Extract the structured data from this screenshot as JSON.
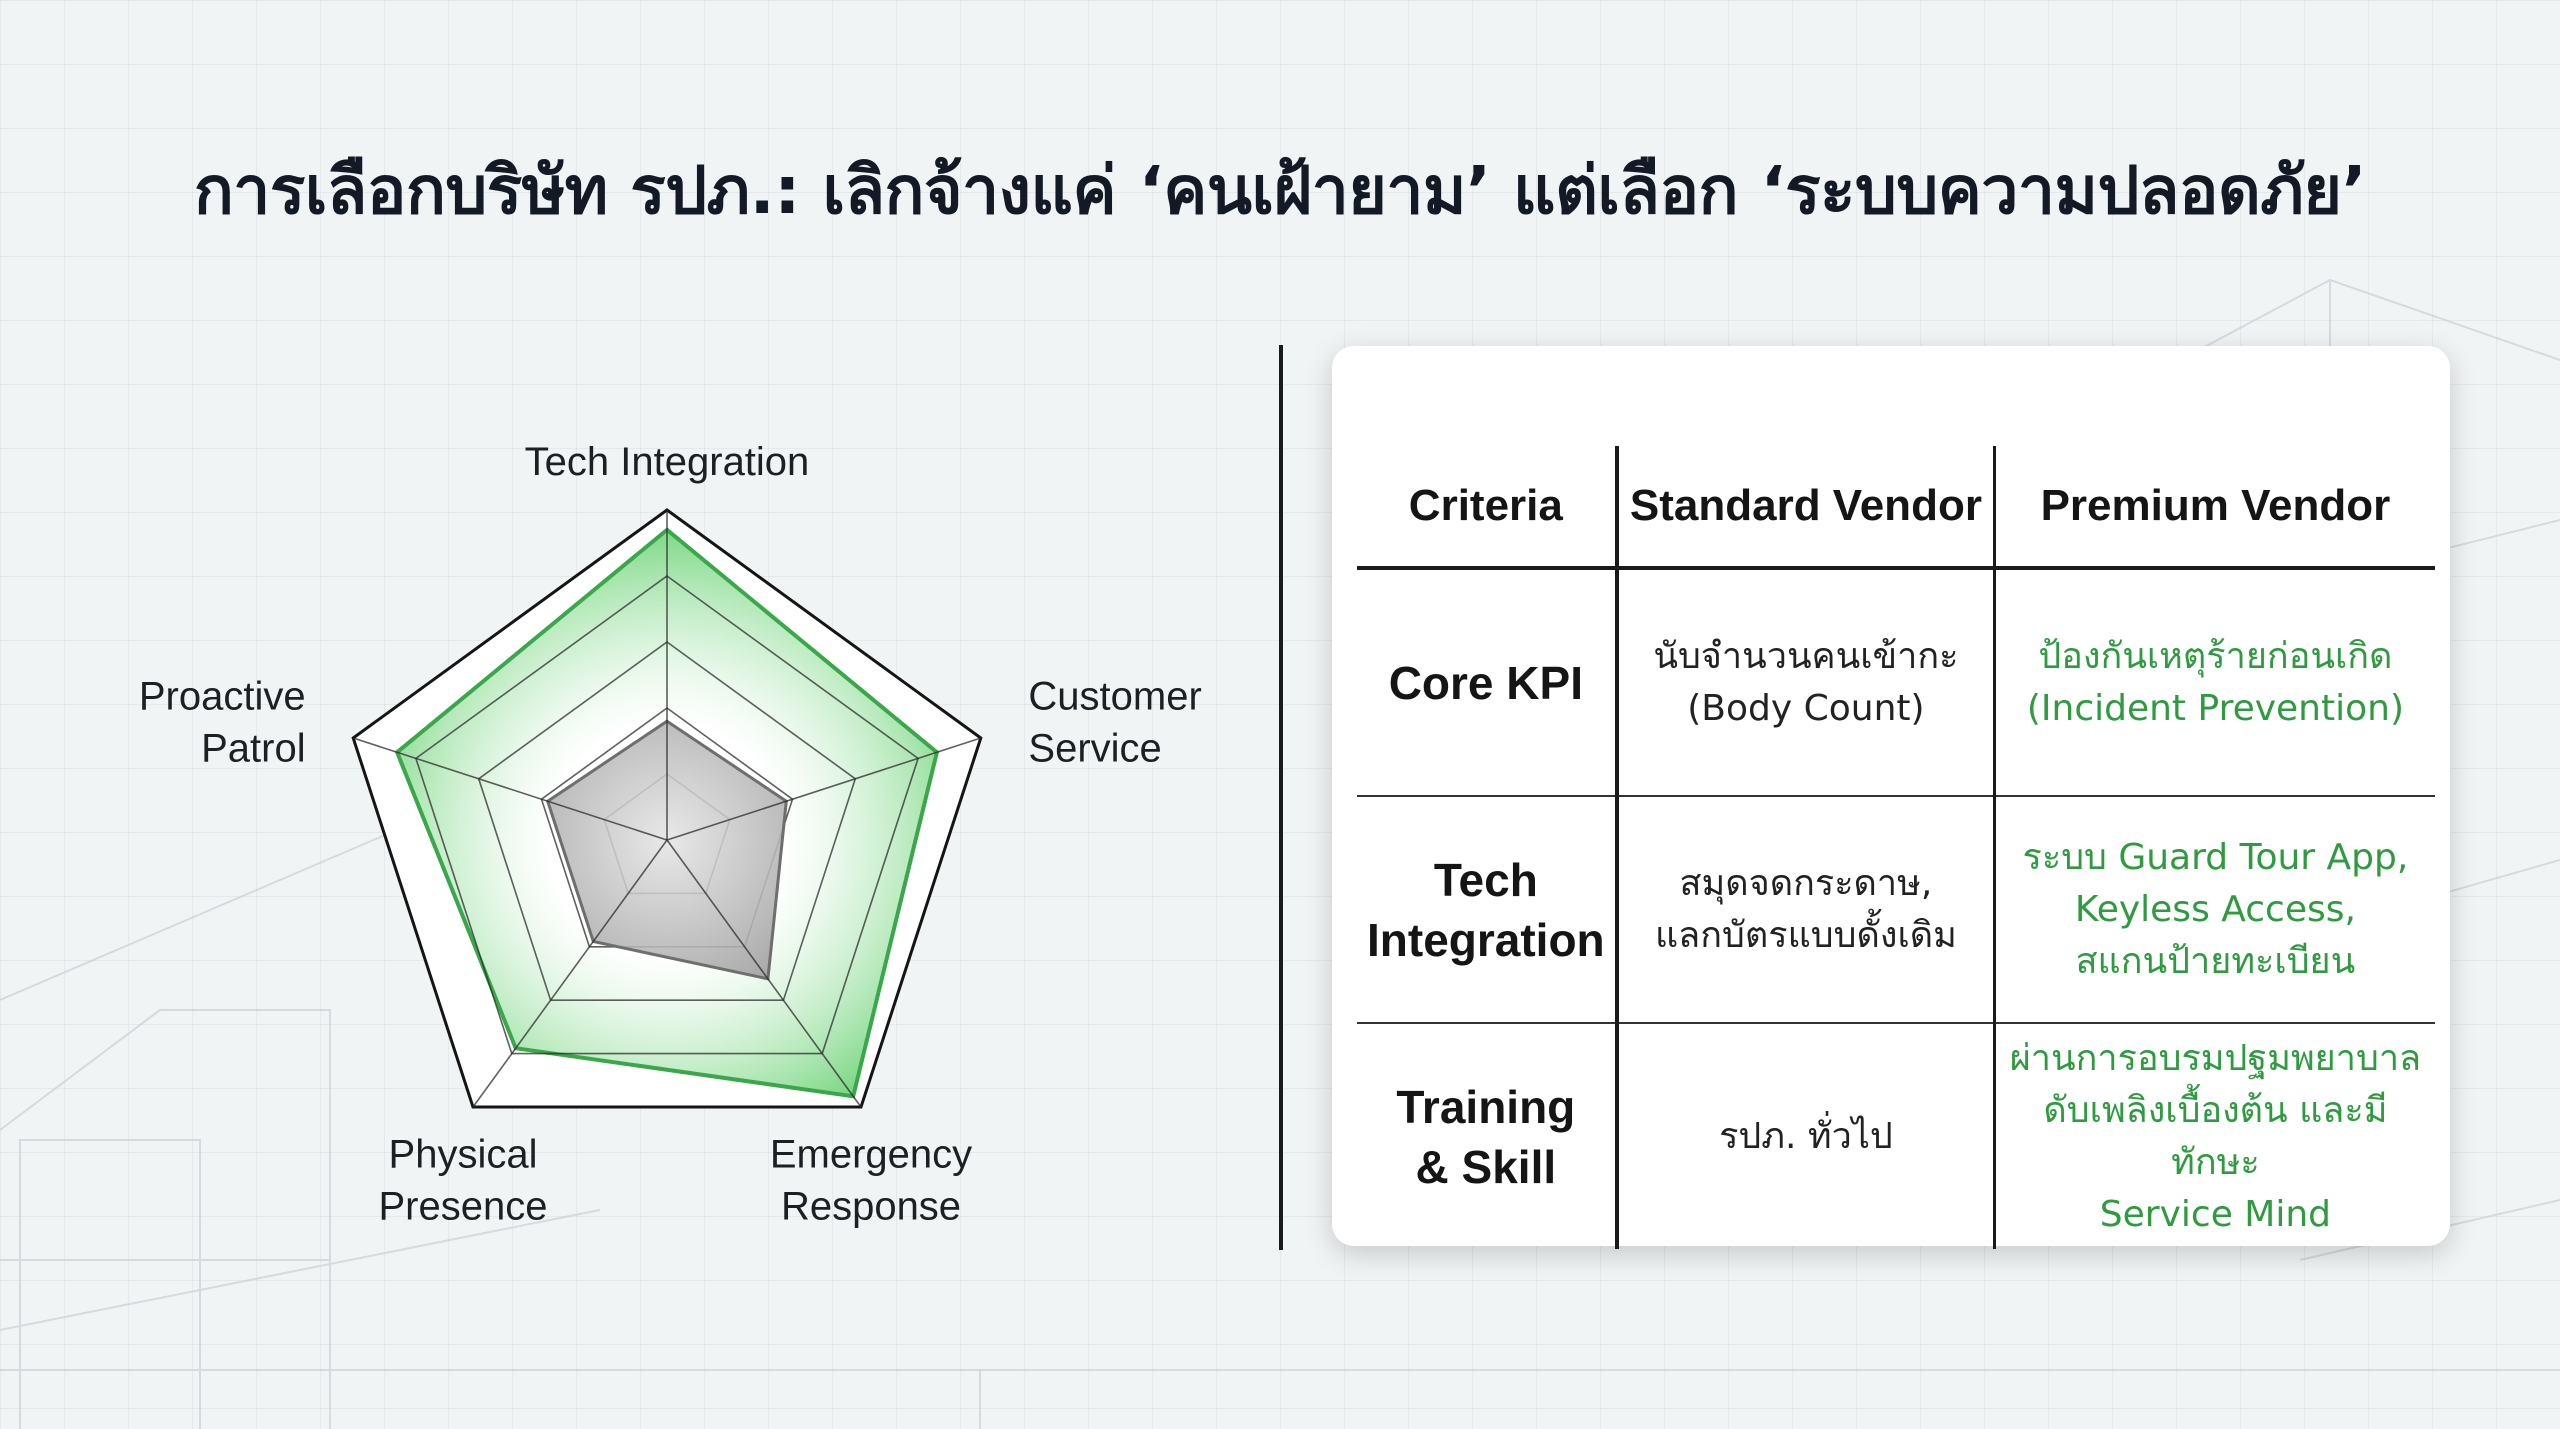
{
  "title": "การเลือกบริษัท รปภ.: เลิกจ้างแค่ ‘คนเฝ้ายาม’ แต่เลือก ‘ระบบความปลอดภัย’",
  "colors": {
    "premium": "#2f9a3f",
    "premium_fill": "#5fcf6a",
    "standard_fill": "#9a9a9a",
    "text": "#131a26"
  },
  "chart_data": {
    "type": "radar",
    "axes": [
      "Tech Integration",
      "Customer Service",
      "Emergency Response",
      "Physical Presence",
      "Proactive Patrol"
    ],
    "axis_labels": [
      [
        "Tech Integration"
      ],
      [
        "Customer",
        "Service"
      ],
      [
        "Emergency",
        "Response"
      ],
      [
        "Physical",
        "Presence"
      ],
      [
        "Proactive",
        "Patrol"
      ]
    ],
    "scale": [
      0,
      5
    ],
    "rings": 5,
    "series": [
      {
        "values": [
          4.7,
          4.3,
          4.8,
          3.9,
          4.3
        ],
        "color": "#5fcf6a"
      },
      {
        "values": [
          1.8,
          1.9,
          2.6,
          1.9,
          1.9
        ],
        "color": "#9a9a9a"
      }
    ],
    "legend": "none",
    "grid": true
  },
  "table": {
    "headers": [
      "Criteria",
      "Standard Vendor",
      "Premium Vendor"
    ],
    "rows": [
      {
        "criteria": "Core KPI",
        "standard": "นับจำนวนคนเข้ากะ\n(Body Count)",
        "premium": "ป้องกันเหตุร้ายก่อนเกิด\n(Incident Prevention)"
      },
      {
        "criteria": "Tech\nIntegration",
        "standard": "สมุดจดกระดาษ,\nแลกบัตรแบบดั้งเดิม",
        "premium": "ระบบ Guard Tour App,\nKeyless Access,\nสแกนป้ายทะเบียน"
      },
      {
        "criteria": "Training\n& Skill",
        "standard": "รปภ. ทั่วไป",
        "premium": "ผ่านการอบรมปฐมพยาบาล\nดับเพลิงเบื้องต้น และมีทักษะ\nService Mind"
      }
    ]
  }
}
